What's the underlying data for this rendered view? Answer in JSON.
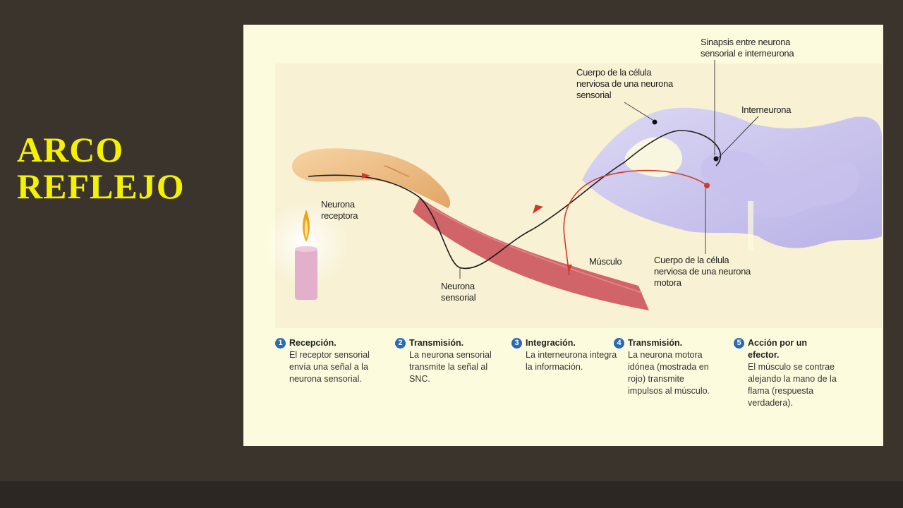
{
  "slide": {
    "title_line1": "ARCO",
    "title_line2": "REFLEJO",
    "title_color": "#f5f200",
    "background": "#3b342c"
  },
  "figure": {
    "labels": {
      "synapse": "Sinapsis entre neurona\nsensorial e interneurona",
      "sensory_body": "Cuerpo de la célula\nnerviosa de una neurona\nsensorial",
      "interneuron": "Interneurona",
      "receptor": "Neurona\nreceptora",
      "muscle": "Músculo",
      "motor_body": "Cuerpo de la célula\nnerviosa de una neurona\nmotora",
      "sensory_neuron": "Neurona\nsensorial"
    },
    "steps": [
      {
        "num": "1",
        "head": "Recepción.",
        "body": "El receptor sensorial envía una señal a la neurona sensorial."
      },
      {
        "num": "2",
        "head": "Transmisión.",
        "body": "La neurona sensorial transmite la señal al SNC."
      },
      {
        "num": "3",
        "head": "Integración.",
        "body": "La interneurona integra la información."
      },
      {
        "num": "4",
        "head": "Transmisión.",
        "body": "La neurona motora idónea (mostrada en rojo) transmite impulsos al músculo."
      },
      {
        "num": "5",
        "head": "Acción por un efector.",
        "body": "El músculo se contrae alejando la mano de la flama (respuesta verdadera)."
      }
    ]
  }
}
